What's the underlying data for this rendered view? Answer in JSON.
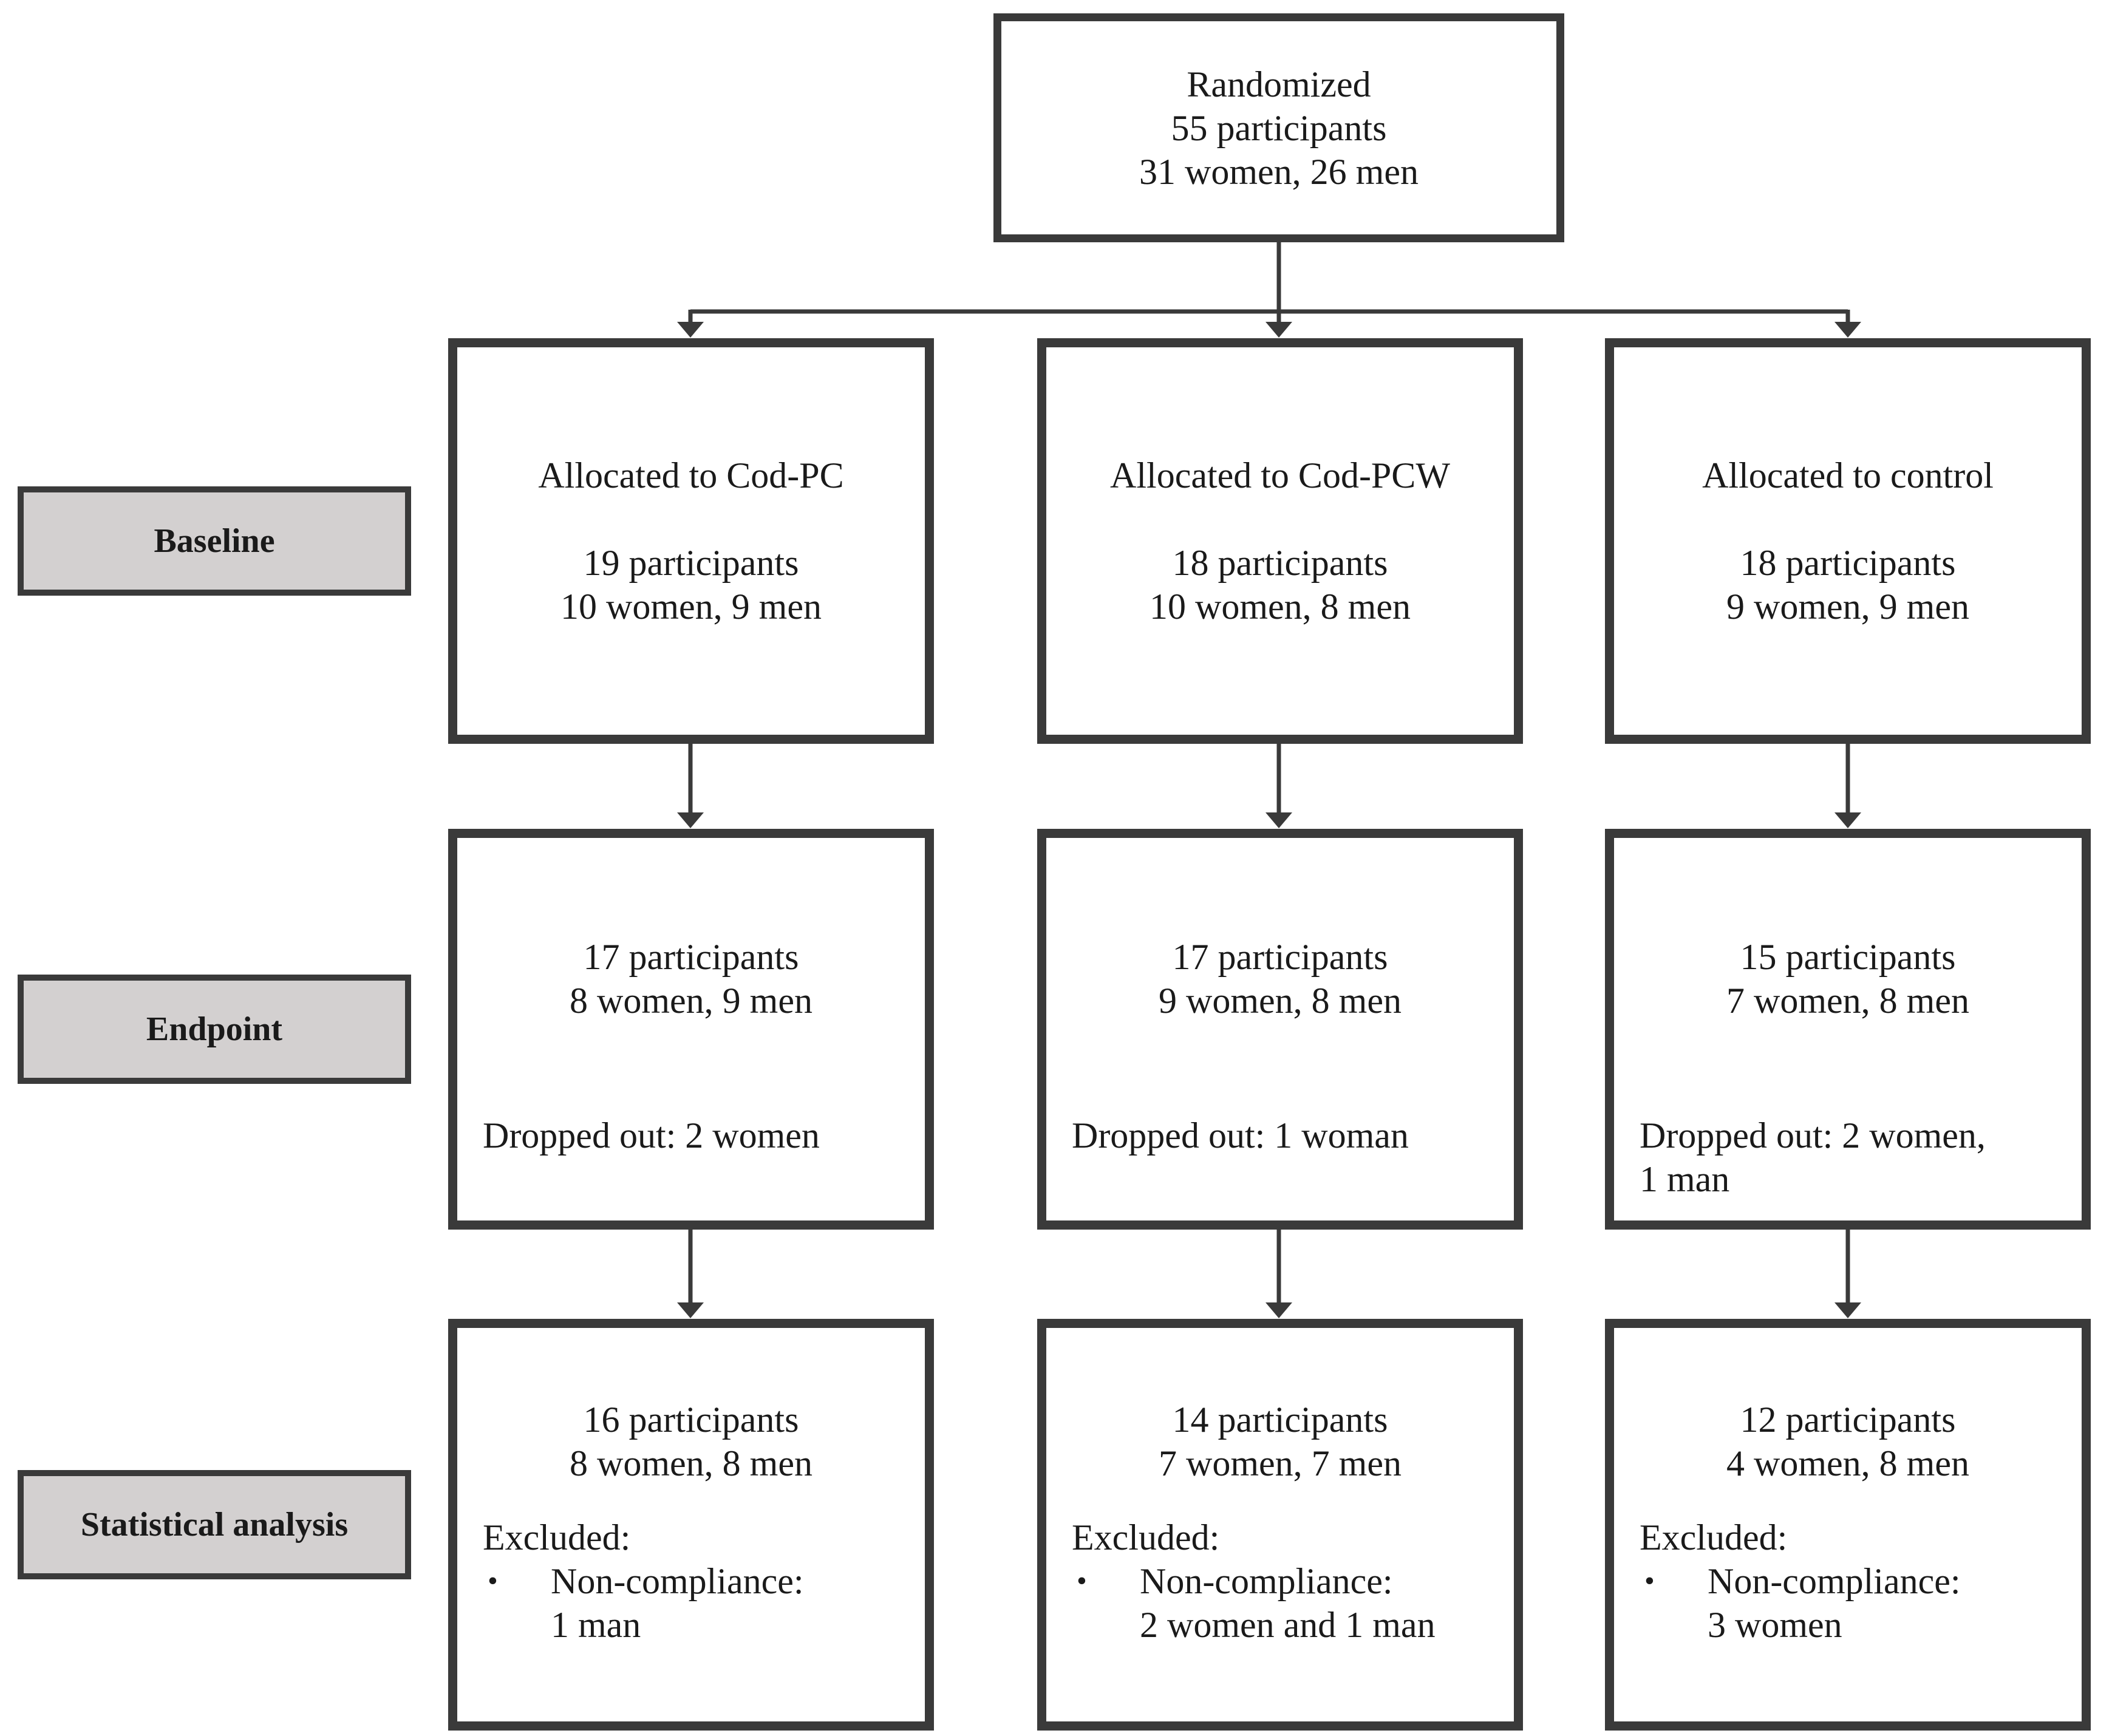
{
  "diagram": {
    "type": "consort-participant-flow",
    "colors": {
      "background": "#ffffff",
      "box_border": "#3a3a3a",
      "label_fill": "#d3d0d0",
      "text": "#1a1a1a"
    },
    "randomized": {
      "line1": "Randomized",
      "line2": "55 participants",
      "line3": "31 women, 26 men"
    },
    "row_labels": [
      {
        "label": "Baseline"
      },
      {
        "label": "Endpoint"
      },
      {
        "label": "Statistical analysis"
      }
    ],
    "columns": [
      {
        "baseline": {
          "title": "Allocated to Cod-PC",
          "participants": "19 participants",
          "gender": "10 women, 9 men"
        },
        "endpoint": {
          "participants": "17 participants",
          "gender": "8 women, 9 men",
          "dropped_line1": "Dropped out: 2 women",
          "dropped_line2": ""
        },
        "analysis": {
          "participants": "16 participants",
          "gender": "8 women, 8 men",
          "excluded_label": "Excluded:",
          "bullet": "•",
          "item": "Non-compliance:",
          "item_detail": "1 man"
        }
      },
      {
        "baseline": {
          "title": "Allocated to Cod-PCW",
          "participants": "18 participants",
          "gender": "10 women, 8 men"
        },
        "endpoint": {
          "participants": "17 participants",
          "gender": "9 women, 8 men",
          "dropped_line1": "Dropped out: 1 woman",
          "dropped_line2": ""
        },
        "analysis": {
          "participants": "14 participants",
          "gender": "7 women, 7 men",
          "excluded_label": "Excluded:",
          "bullet": "•",
          "item": "Non-compliance:",
          "item_detail": "2 women and 1 man"
        }
      },
      {
        "baseline": {
          "title": "Allocated to control",
          "participants": "18 participants",
          "gender": "9 women, 9 men"
        },
        "endpoint": {
          "participants": "15 participants",
          "gender": "7 women, 8 men",
          "dropped_line1": "Dropped out: 2 women,",
          "dropped_line2": "1 man"
        },
        "analysis": {
          "participants": "12 participants",
          "gender": "4 women, 8 men",
          "excluded_label": "Excluded:",
          "bullet": "•",
          "item": "Non-compliance:",
          "item_detail": "3 women"
        }
      }
    ]
  }
}
